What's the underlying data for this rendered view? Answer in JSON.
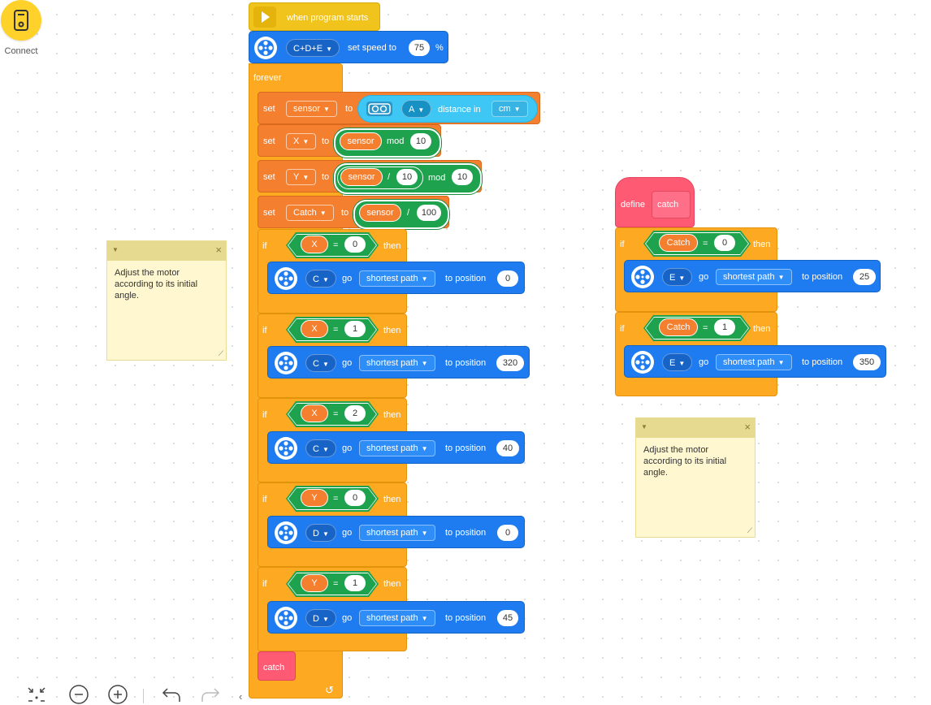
{
  "connect": {
    "label": "Connect"
  },
  "program": {
    "start_label": "when program starts",
    "speed": {
      "ports": "C+D+E",
      "label": "set speed to",
      "value": "75",
      "unit": "%"
    },
    "forever_label": "forever",
    "sets": [
      {
        "kw": "set",
        "var": "sensor",
        "to": "to",
        "port": "A",
        "reading": "distance in",
        "unit": "cm"
      },
      {
        "kw": "set",
        "var": "X",
        "to": "to",
        "arg": "sensor",
        "op": "mod",
        "n": "10"
      },
      {
        "kw": "set",
        "var": "Y",
        "to": "to",
        "arg": "sensor",
        "op1": "/",
        "n1": "10",
        "op2": "mod",
        "n2": "10"
      },
      {
        "kw": "set",
        "var": "Catch",
        "to": "to",
        "arg": "sensor",
        "op": "/",
        "n": "100"
      }
    ],
    "ifs": [
      {
        "kw": "if",
        "var": "X",
        "eq": "=",
        "val": "0",
        "then": "then",
        "motor": "C",
        "go": "go",
        "path": "shortest path",
        "to_pos": "to position",
        "pos": "0"
      },
      {
        "kw": "if",
        "var": "X",
        "eq": "=",
        "val": "1",
        "then": "then",
        "motor": "C",
        "go": "go",
        "path": "shortest path",
        "to_pos": "to position",
        "pos": "320"
      },
      {
        "kw": "if",
        "var": "X",
        "eq": "=",
        "val": "2",
        "then": "then",
        "motor": "C",
        "go": "go",
        "path": "shortest path",
        "to_pos": "to position",
        "pos": "40"
      },
      {
        "kw": "if",
        "var": "Y",
        "eq": "=",
        "val": "0",
        "then": "then",
        "motor": "D",
        "go": "go",
        "path": "shortest path",
        "to_pos": "to position",
        "pos": "0"
      },
      {
        "kw": "if",
        "var": "Y",
        "eq": "=",
        "val": "1",
        "then": "then",
        "motor": "D",
        "go": "go",
        "path": "shortest path",
        "to_pos": "to position",
        "pos": "45"
      }
    ],
    "call_label": "catch"
  },
  "define": {
    "kw": "define",
    "name": "catch",
    "ifs": [
      {
        "kw": "if",
        "var": "Catch",
        "eq": "=",
        "val": "0",
        "then": "then",
        "motor": "E",
        "go": "go",
        "path": "shortest path",
        "to_pos": "to position",
        "pos": "25"
      },
      {
        "kw": "if",
        "var": "Catch",
        "eq": "=",
        "val": "1",
        "then": "then",
        "motor": "E",
        "go": "go",
        "path": "shortest path",
        "to_pos": "to position",
        "pos": "350"
      }
    ]
  },
  "notes": [
    {
      "text": "Adjust the motor according to its initial angle."
    },
    {
      "text": "Adjust the motor according to its initial angle."
    }
  ],
  "colors": {
    "event": "#f0c41d",
    "control": "#fdaa22",
    "motor": "#1e7cf0",
    "variable": "#f47f2e",
    "operator": "#1ea24e",
    "myblock": "#ff5a74",
    "sensor": "#3ec7f4"
  }
}
